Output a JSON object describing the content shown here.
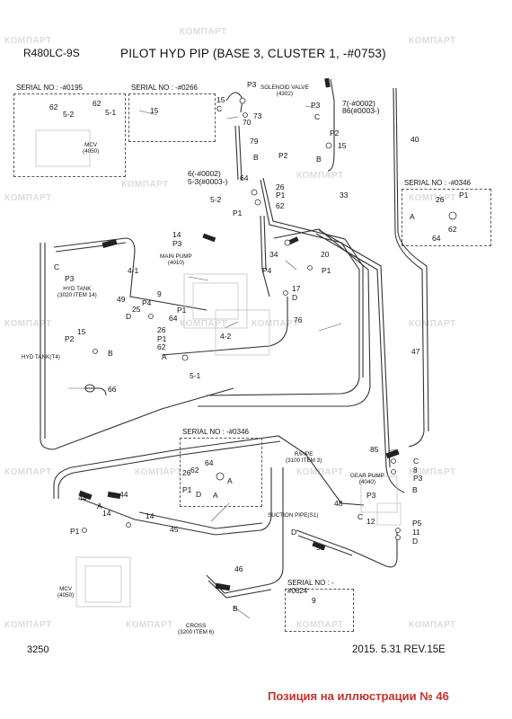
{
  "header": {
    "model": "R480LC-9S",
    "title": "PILOT HYD PIP (BASE 3, CLUSTER 1, -#0753)"
  },
  "footer": {
    "page_number": "3250",
    "date_rev": "2015. 5.31  REV.15E",
    "position_note": "Позиция на иллюстрации № 46"
  },
  "watermark": {
    "text": "КОМПАРТ"
  },
  "serial_boxes": {
    "s0195": "SERIAL NO : -#0195",
    "s0266": "SERIAL NO : -#0266",
    "s0346_right": "SERIAL NO : -#0346",
    "s0346_center": "SERIAL NO : -#0346",
    "s0624": "SERIAL NO : -#0624"
  },
  "components": {
    "solenoid_valve": "SOLENOID VALVE\n(4302)",
    "main_pump": "MAIN PUMP\n(4010)",
    "hyd_tank": "HYD TANK\n(3020 ITEM 14)",
    "hyd_tank_t4": "HYD TANK(T4)",
    "mcv_top": "MCV\n(4050)",
    "mcv_bottom": "MCV\n(4050)",
    "r_pipe": "R/PIPE\n(3100 ITEM 3)",
    "gear_pump": "GEAR PUMP\n(4040)",
    "suction_pipe": "SUCTION PIPE(S1)",
    "cross": "CROSS\n(3200 ITEM 6)"
  },
  "labels": [
    {
      "t": "62"
    },
    {
      "t": "62"
    },
    {
      "t": "5-2"
    },
    {
      "t": "5-1"
    },
    {
      "t": "15"
    },
    {
      "t": "P3"
    },
    {
      "t": "15"
    },
    {
      "t": "C"
    },
    {
      "t": "73"
    },
    {
      "t": "70"
    },
    {
      "t": "P3"
    },
    {
      "t": "79"
    },
    {
      "t": "B"
    },
    {
      "t": "P2"
    },
    {
      "t": "B"
    },
    {
      "t": "P2"
    },
    {
      "t": "15"
    },
    {
      "t": "7(-#0002)"
    },
    {
      "t": "86(#0003-)"
    },
    {
      "t": "C"
    },
    {
      "t": "40"
    },
    {
      "t": "6(-#0002)"
    },
    {
      "t": "5-3(#0003-)"
    },
    {
      "t": "64"
    },
    {
      "t": "5-2"
    },
    {
      "t": "26"
    },
    {
      "t": "P1"
    },
    {
      "t": "62"
    },
    {
      "t": "P1"
    },
    {
      "t": "33"
    },
    {
      "t": "26"
    },
    {
      "t": "P1"
    },
    {
      "t": "A"
    },
    {
      "t": "62"
    },
    {
      "t": "64"
    },
    {
      "t": "14"
    },
    {
      "t": "P3"
    },
    {
      "t": "34"
    },
    {
      "t": "20"
    },
    {
      "t": "C"
    },
    {
      "t": "P3"
    },
    {
      "t": "4-1"
    },
    {
      "t": "P4"
    },
    {
      "t": "P1"
    },
    {
      "t": "17"
    },
    {
      "t": "9"
    },
    {
      "t": "D"
    },
    {
      "t": "49"
    },
    {
      "t": "P4"
    },
    {
      "t": "25"
    },
    {
      "t": "D"
    },
    {
      "t": "P1"
    },
    {
      "t": "64"
    },
    {
      "t": "76"
    },
    {
      "t": "P2"
    },
    {
      "t": "15"
    },
    {
      "t": "26"
    },
    {
      "t": "P1"
    },
    {
      "t": "B"
    },
    {
      "t": "62"
    },
    {
      "t": "A"
    },
    {
      "t": "4-2"
    },
    {
      "t": "47"
    },
    {
      "t": "66"
    },
    {
      "t": "5-1"
    },
    {
      "t": "85"
    },
    {
      "t": "C"
    },
    {
      "t": "8"
    },
    {
      "t": "P3"
    },
    {
      "t": "64"
    },
    {
      "t": "62"
    },
    {
      "t": "26"
    },
    {
      "t": "A"
    },
    {
      "t": "P1"
    },
    {
      "t": "A"
    },
    {
      "t": "D"
    },
    {
      "t": "48"
    },
    {
      "t": "P3"
    },
    {
      "t": "C"
    },
    {
      "t": "12"
    },
    {
      "t": "44"
    },
    {
      "t": "44"
    },
    {
      "t": "A"
    },
    {
      "t": "14"
    },
    {
      "t": "14"
    },
    {
      "t": "P1"
    },
    {
      "t": "45"
    },
    {
      "t": "D"
    },
    {
      "t": "P5"
    },
    {
      "t": "11"
    },
    {
      "t": "D"
    },
    {
      "t": "51"
    },
    {
      "t": "46"
    },
    {
      "t": "9"
    },
    {
      "t": "B"
    },
    {
      "t": "B"
    }
  ]
}
